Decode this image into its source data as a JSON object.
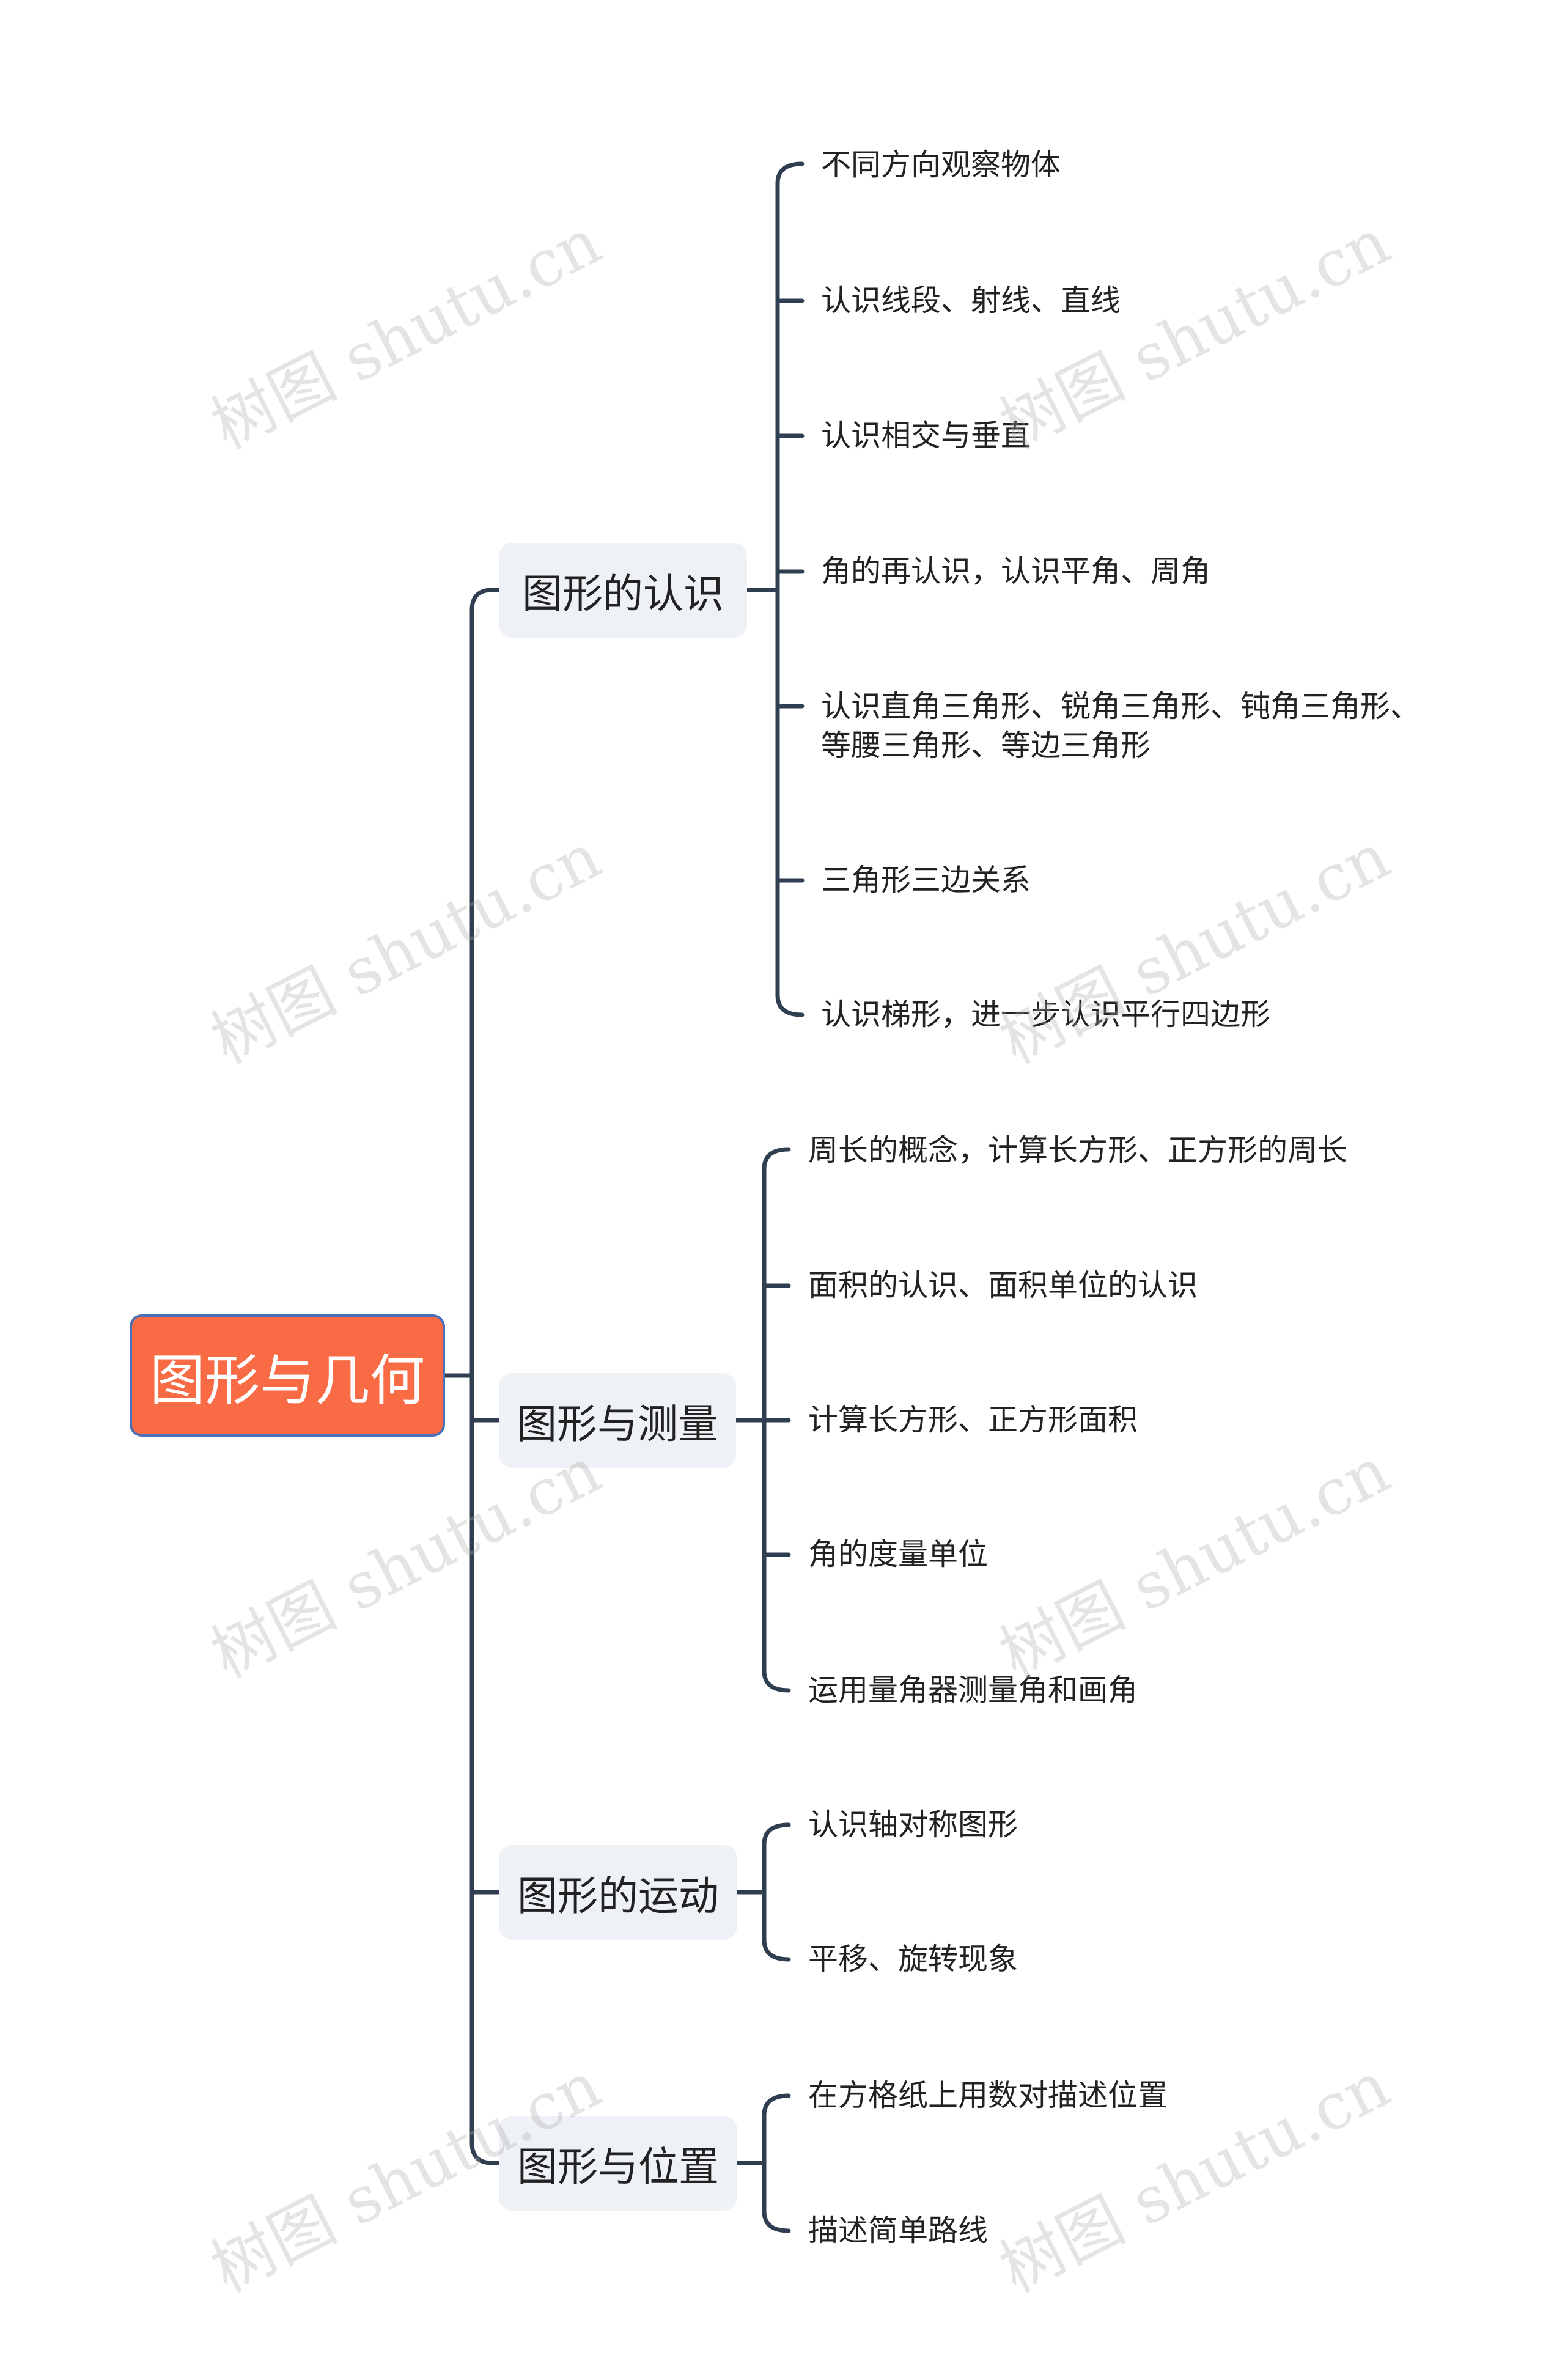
{
  "root": {
    "label": "图形与几何"
  },
  "branches": [
    {
      "label": "图形的认识",
      "items": [
        "不同方向观察物体",
        "认识线段、射线、直线",
        "认识相交与垂直",
        "角的再认识，认识平角、周角",
        "认识直角三角形、锐角三角形、钝角三角形、",
        "等腰三角形、等边三角形",
        "三角形三边关系",
        "认识梯形，进一步认识平行四边形"
      ]
    },
    {
      "label": "图形与测量",
      "items": [
        "周长的概念，计算长方形、正方形的周长",
        "面积的认识、面积单位的认识",
        "计算长方形、正方形面积",
        "角的度量单位",
        "运用量角器测量角和画角"
      ]
    },
    {
      "label": "图形的运动",
      "items": [
        "认识轴对称图形",
        "平移、旋转现象"
      ]
    },
    {
      "label": "图形与位置",
      "items": [
        "在方格纸上用数对描述位置",
        "描述简单路线"
      ]
    }
  ],
  "watermark": "树图 shutu.cn",
  "colors": {
    "root_fill": "#f96b45",
    "root_border": "#4a70b8",
    "branch_fill": "#eef1f5",
    "line": "#2f3e50"
  }
}
